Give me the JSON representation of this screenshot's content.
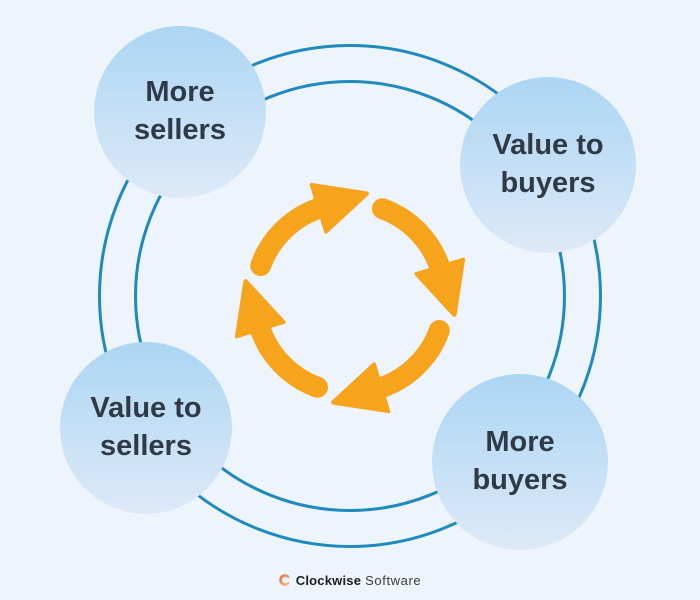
{
  "diagram": {
    "type": "cycle",
    "direction": "clockwise",
    "nodes": [
      {
        "label": "More sellers",
        "position": "top-left"
      },
      {
        "label": "Value to buyers",
        "position": "top-right"
      },
      {
        "label": "More buyers",
        "position": "bottom-right"
      },
      {
        "label": "Value to sellers",
        "position": "bottom-left"
      }
    ],
    "colors": {
      "background": "#EEF4FB",
      "ring_stroke": "#1F8ABD",
      "bubble_gradient_top": "#ABD6F3",
      "bubble_gradient_bottom": "#DEE9F8",
      "arrow_orange": "#F5A41C",
      "label_text": "#2F3A47",
      "logo_coral": "#EA6D4A"
    }
  },
  "footer": {
    "brand_bold": "Clockwise",
    "brand_regular": "Software"
  }
}
